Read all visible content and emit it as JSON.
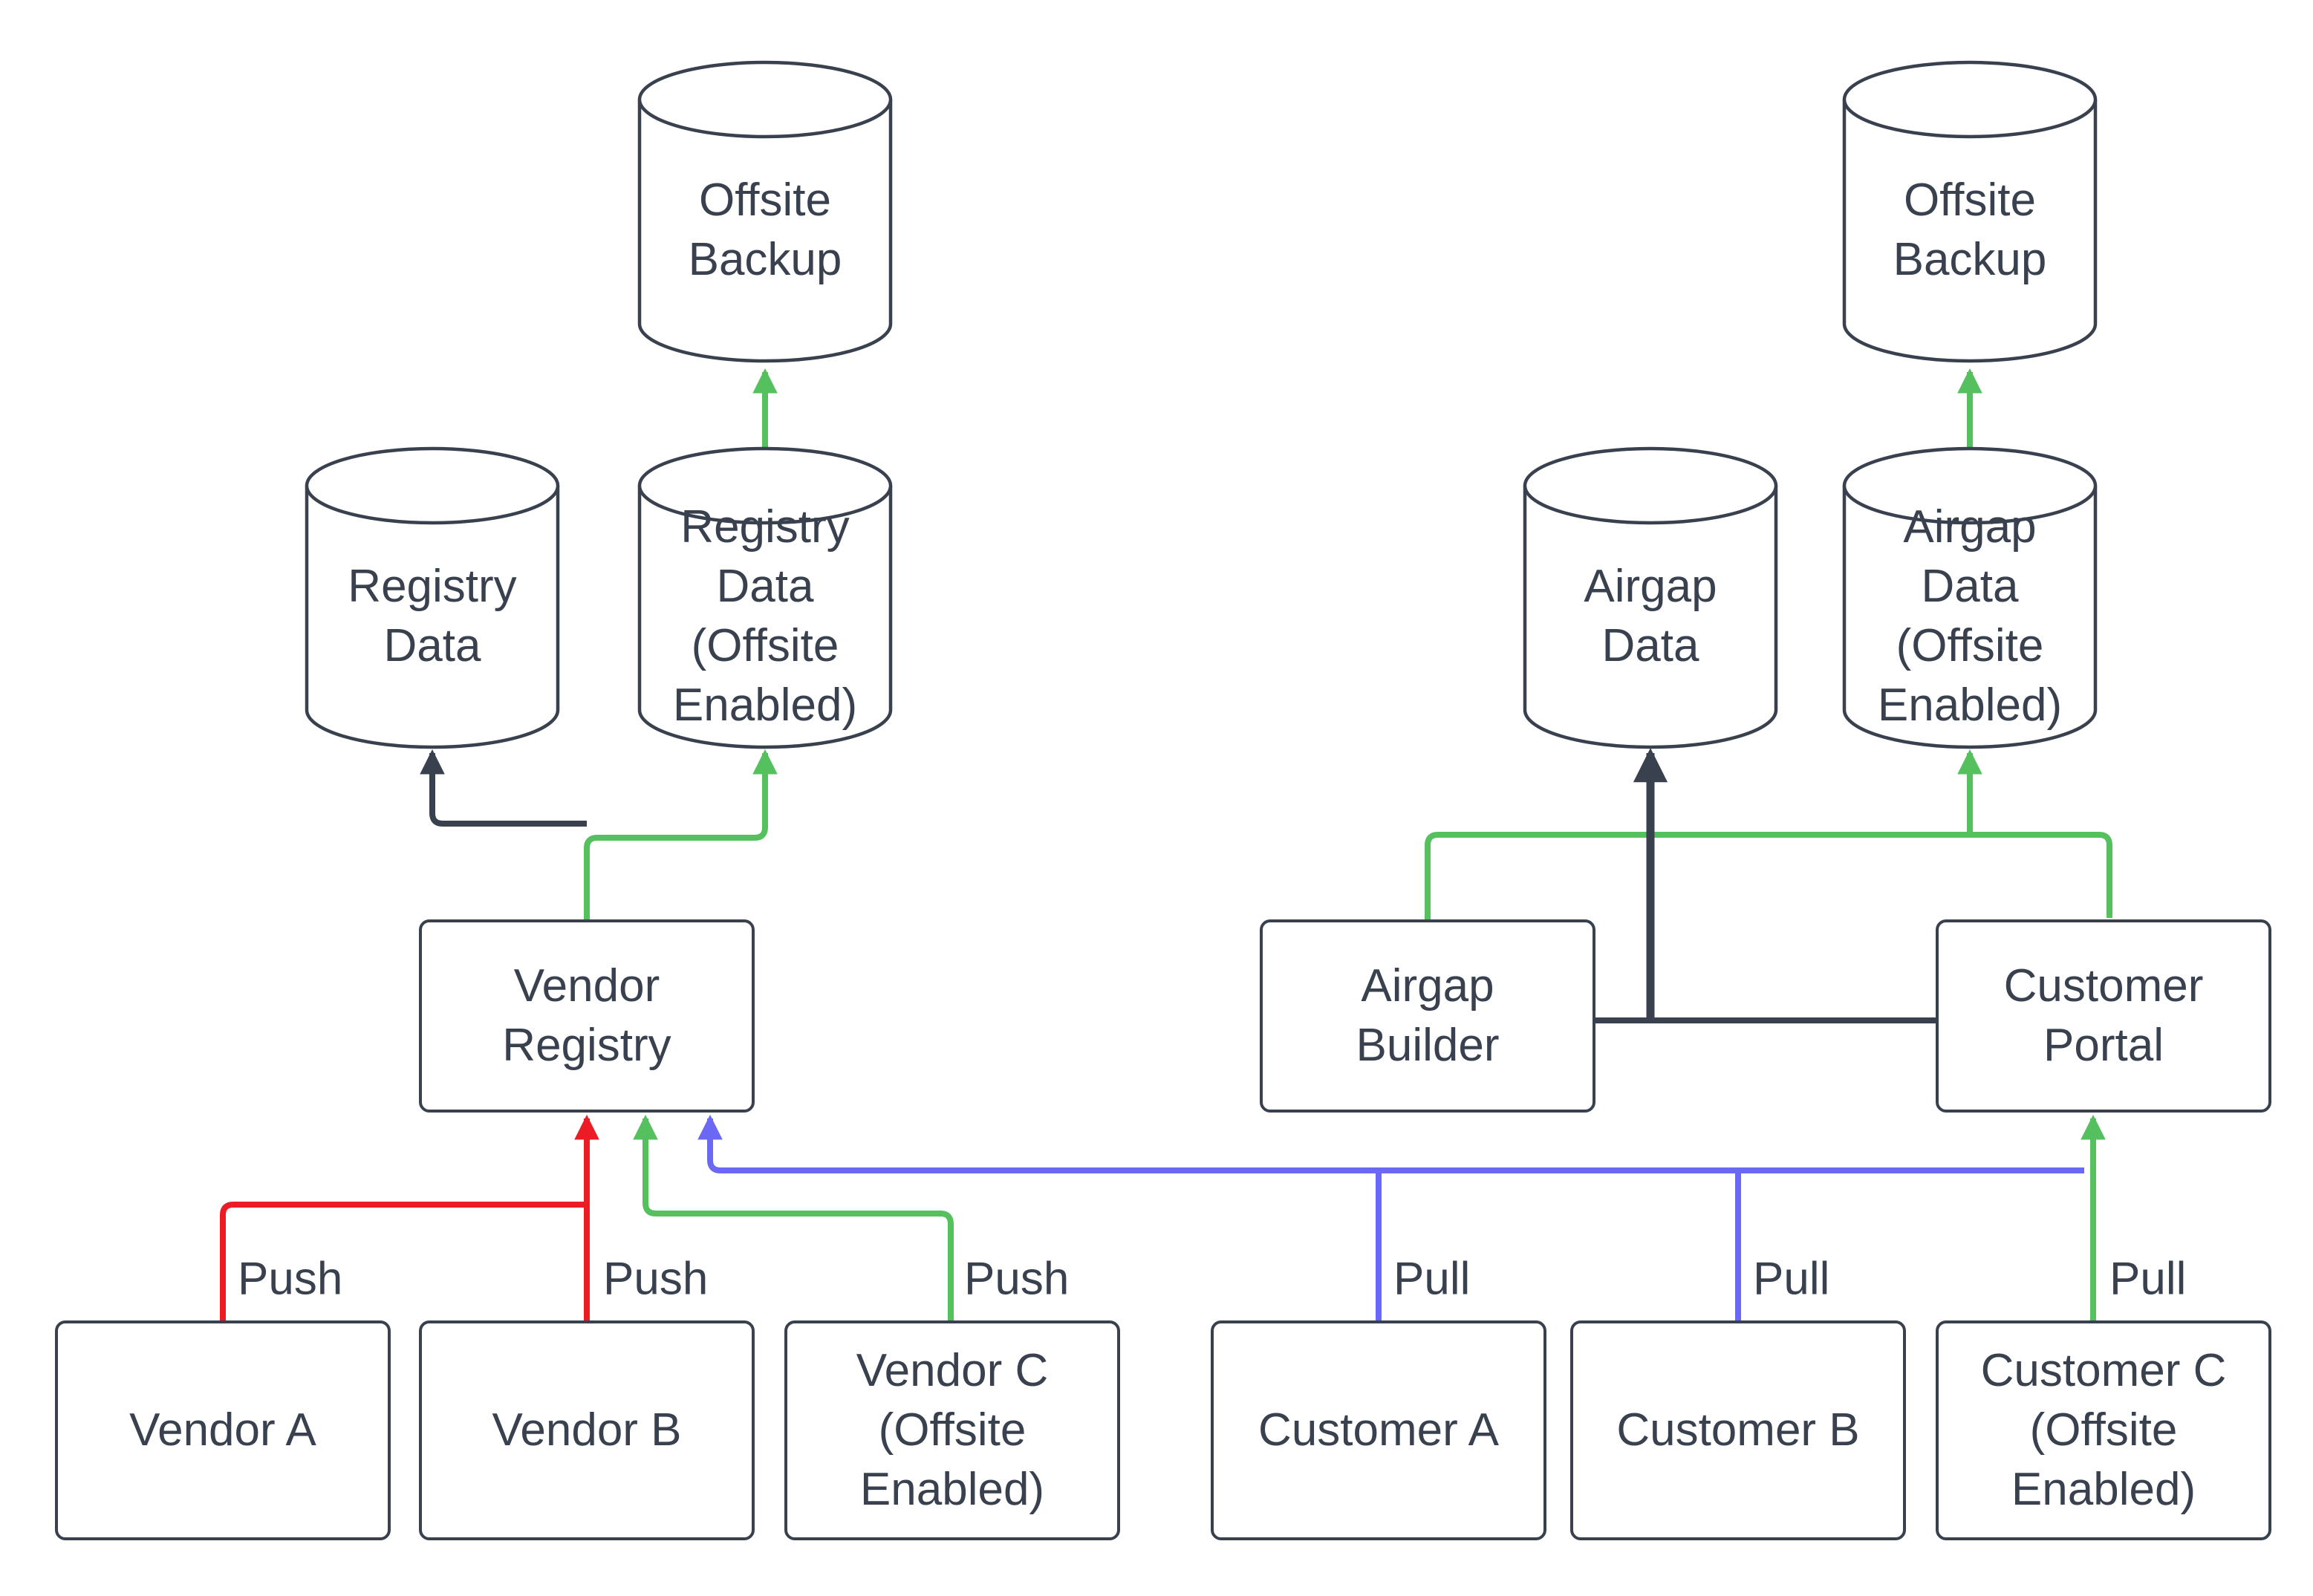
{
  "diagram": {
    "background": "#ffffff",
    "colors": {
      "node_stroke": "#39414F",
      "text": "#39414F",
      "dark": "#39414F",
      "red": "#EB1C24",
      "green": "#54C05E",
      "blue": "#6C68F6"
    },
    "nodes": {
      "offsite_backup_left": {
        "label": "Offsite\nBackup",
        "shape": "cylinder"
      },
      "registry_data": {
        "label": "Registry\nData",
        "shape": "cylinder"
      },
      "registry_data_offsite": {
        "label": "Registry\nData\n(Offsite\nEnabled)",
        "shape": "cylinder"
      },
      "airgap_data": {
        "label": "Airgap\nData",
        "shape": "cylinder"
      },
      "airgap_data_offsite": {
        "label": "Airgap\nData\n(Offsite\nEnabled)",
        "shape": "cylinder"
      },
      "offsite_backup_right": {
        "label": "Offsite\nBackup",
        "shape": "cylinder"
      },
      "vendor_registry": {
        "label": "Vendor\nRegistry",
        "shape": "box"
      },
      "airgap_builder": {
        "label": "Airgap\nBuilder",
        "shape": "box"
      },
      "customer_portal": {
        "label": "Customer\nPortal",
        "shape": "box"
      },
      "vendor_a": {
        "label": "Vendor A",
        "shape": "box"
      },
      "vendor_b": {
        "label": "Vendor B",
        "shape": "box"
      },
      "vendor_c": {
        "label": "Vendor C\n(Offsite\nEnabled)",
        "shape": "box"
      },
      "customer_a": {
        "label": "Customer A",
        "shape": "box"
      },
      "customer_b": {
        "label": "Customer B",
        "shape": "box"
      },
      "customer_c": {
        "label": "Customer C\n(Offsite\nEnabled)",
        "shape": "box"
      }
    },
    "edges": {
      "vendor_a_push": {
        "from": "Vendor A",
        "to": "Vendor Registry",
        "label": "Push",
        "color": "red"
      },
      "vendor_b_push": {
        "from": "Vendor B",
        "to": "Vendor Registry",
        "label": "Push",
        "color": "red"
      },
      "vendor_c_push": {
        "from": "Vendor C (Offsite Enabled)",
        "to": "Vendor Registry",
        "label": "Push",
        "color": "green"
      },
      "customer_a_pull": {
        "from": "Customer A",
        "to": "Vendor Registry",
        "label": "Pull",
        "color": "blue"
      },
      "customer_b_pull": {
        "from": "Customer B",
        "to": "Vendor Registry",
        "label": "Pull",
        "color": "blue"
      },
      "customer_c_pull": {
        "from": "Customer C (Offsite Enabled)",
        "to": "Customer Portal",
        "label": "Pull",
        "color": "green"
      },
      "registry_to_registry_data": {
        "from": "Vendor Registry",
        "to": "Registry Data",
        "color": "dark"
      },
      "registry_to_offsite_data": {
        "from": "Vendor Registry",
        "to": "Registry Data (Offsite Enabled)",
        "color": "green"
      },
      "registry_offsite_to_backup": {
        "from": "Registry Data (Offsite Enabled)",
        "to": "Offsite Backup",
        "color": "green"
      },
      "airgap_write": {
        "from": "Airgap Builder",
        "to": "Airgap Data",
        "color": "dark"
      },
      "builder_portal_link": {
        "from": "Airgap Builder",
        "to": "Customer Portal",
        "color": "dark"
      },
      "airgap_offsite_write": {
        "from": "Airgap Builder / Customer Portal",
        "to": "Airgap Data (Offsite Enabled)",
        "color": "green"
      },
      "airgap_offsite_to_backup": {
        "from": "Airgap Data (Offsite Enabled)",
        "to": "Offsite Backup",
        "color": "green"
      }
    }
  }
}
